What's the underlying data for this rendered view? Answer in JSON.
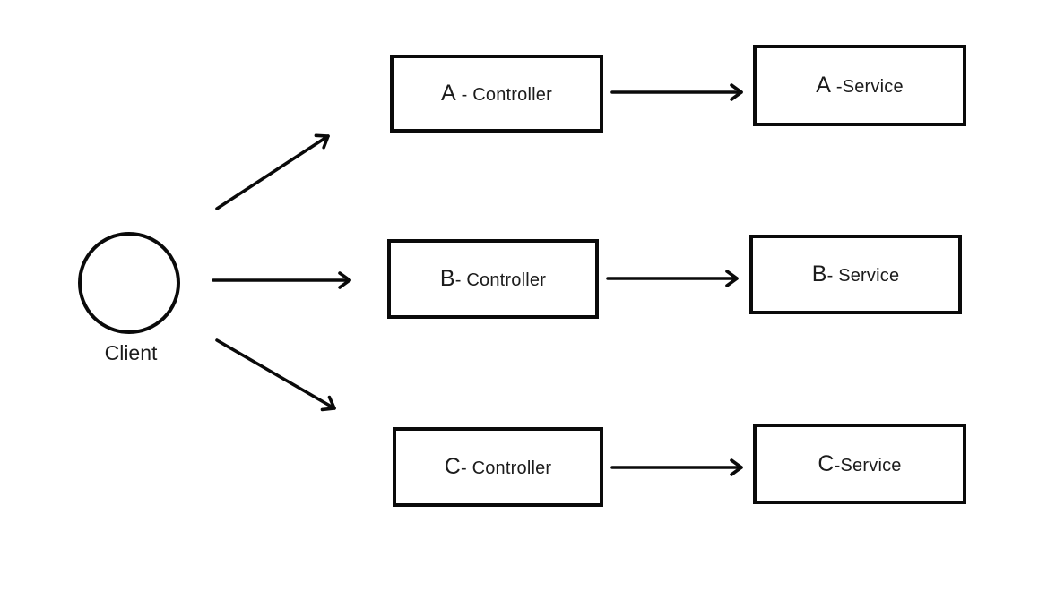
{
  "diagram": {
    "title": "Client to Controller/Service fan-out diagram",
    "client": {
      "label": "Client",
      "shape": "circle"
    },
    "nodes": {
      "a_controller": {
        "letter": "A",
        "rest": " - Controller",
        "full_label": "A - Controller",
        "shape": "rectangle"
      },
      "a_service": {
        "letter": "A",
        "rest": " -Service",
        "full_label": "A -Service",
        "shape": "rectangle"
      },
      "b_controller": {
        "letter": "B",
        "rest": "- Controller",
        "full_label": "B- Controller",
        "shape": "rectangle"
      },
      "b_service": {
        "letter": "B",
        "rest": "- Service",
        "full_label": "B- Service",
        "shape": "rectangle"
      },
      "c_controller": {
        "letter": "C",
        "rest": "- Controller",
        "full_label": "C- Controller",
        "shape": "rectangle"
      },
      "c_service": {
        "letter": "C",
        "rest": "-Service",
        "full_label": "C-Service",
        "shape": "rectangle"
      }
    },
    "edges": [
      {
        "from": "Client",
        "to": "A - Controller",
        "style": "arrow"
      },
      {
        "from": "Client",
        "to": "B- Controller",
        "style": "arrow"
      },
      {
        "from": "Client",
        "to": "C- Controller",
        "style": "arrow"
      },
      {
        "from": "A - Controller",
        "to": "A -Service",
        "style": "arrow"
      },
      {
        "from": "B- Controller",
        "to": "B- Service",
        "style": "arrow"
      },
      {
        "from": "C- Controller",
        "to": "C-Service",
        "style": "arrow"
      }
    ],
    "colors": {
      "stroke": "#0a0a0a",
      "text": "#1c1c1c",
      "background": "#ffffff"
    }
  }
}
